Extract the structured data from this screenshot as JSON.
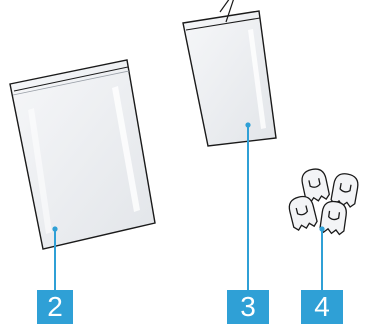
{
  "labels": {
    "bag_large": "2",
    "bag_small": "3",
    "clips": "4"
  },
  "colors": {
    "callout": "#2fa0d6",
    "outline": "#1a1a1a",
    "bag_fill": "#f3f4f6",
    "bag_shade": "#dcdfe4",
    "leader": "#2fa0d6"
  },
  "icons": {
    "bag_large": "zip-bag-large-icon",
    "bag_small": "zip-bag-small-icon",
    "clips": "cable-clip-set-icon"
  }
}
